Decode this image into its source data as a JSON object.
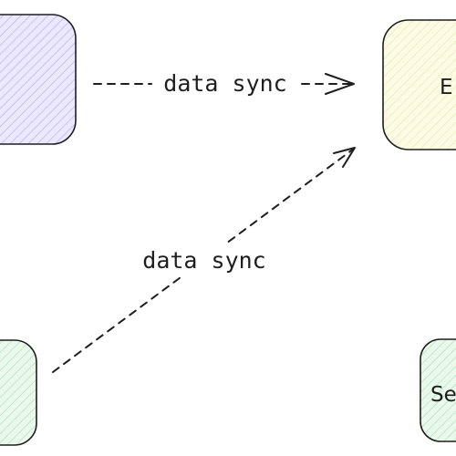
{
  "nodes": [
    {
      "id": "top-left",
      "label": "",
      "fill": "#ece8ff",
      "hatch": "#b7a9f2"
    },
    {
      "id": "top-right",
      "label": "E",
      "fill": "#fcfbe6",
      "hatch": "#ece9a8"
    },
    {
      "id": "bottom-left",
      "label": "",
      "fill": "#eaf9ec",
      "hatch": "#a7e2b2"
    },
    {
      "id": "bottom-right",
      "label": "Se",
      "fill": "#eaf9ec",
      "hatch": "#a7e2b2"
    }
  ],
  "edges": [
    {
      "from": "top-left",
      "to": "top-right",
      "label": "data sync",
      "style": "dashed"
    },
    {
      "from": "bottom-left",
      "to": "top-right",
      "label": "data sync",
      "style": "dashed"
    }
  ],
  "colors": {
    "stroke": "#1e1e1e",
    "background": "#ffffff"
  }
}
